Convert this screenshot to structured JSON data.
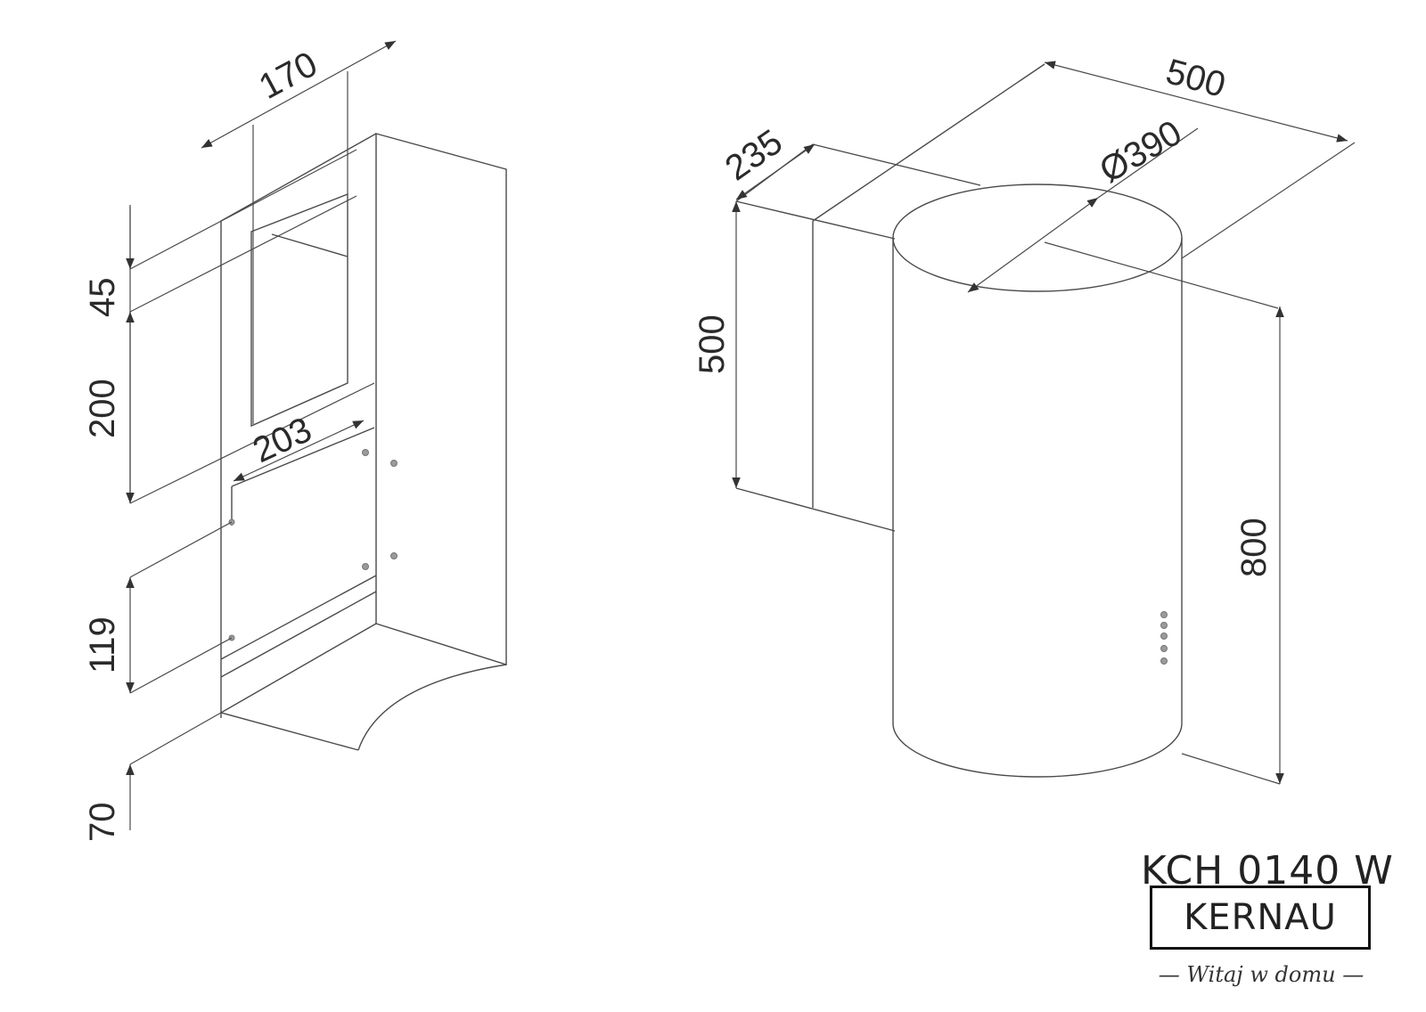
{
  "left_view": {
    "dims": {
      "depth_top": "170",
      "h_top_gap": "45",
      "h_opening": "200",
      "width_inner": "203",
      "h_lower": "119",
      "h_bottom": "70"
    }
  },
  "right_view": {
    "dims": {
      "width": "500",
      "depth": "235",
      "diameter": "Ø390",
      "h_chimney": "500",
      "h_total": "800"
    }
  },
  "branding": {
    "model": "KCH 0140 W",
    "brand": "KERNAU",
    "tagline": "— Witaj w domu —"
  }
}
